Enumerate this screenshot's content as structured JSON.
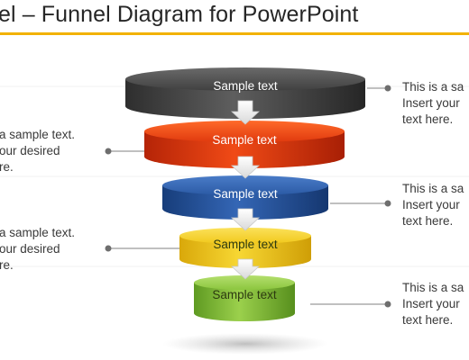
{
  "slide": {
    "title": "el – Funnel Diagram for PowerPoint",
    "accent_color": "#f2b200"
  },
  "funnel": {
    "stages": [
      {
        "label": "Sample text",
        "color": "#4d4d4d"
      },
      {
        "label": "Sample text",
        "color": "#e83b10"
      },
      {
        "label": "Sample text",
        "color": "#2b5aa5"
      },
      {
        "label": "Sample text",
        "color": "#f1c81b"
      },
      {
        "label": "Sample text",
        "color": "#8cc63f"
      }
    ],
    "arrow_icon": "down-arrow"
  },
  "callouts": {
    "right": [
      {
        "line1": "This is a sa",
        "line2": "Insert your",
        "line3": "text here."
      },
      {
        "line1": "This is a sa",
        "line2": "Insert your",
        "line3": "text here."
      },
      {
        "line1": "This is a sa",
        "line2": "Insert your",
        "line3": "text here."
      }
    ],
    "left": [
      {
        "line1": "a sample text.",
        "line2": "our desired",
        "line3": "re."
      },
      {
        "line1": "a sample text.",
        "line2": "our desired",
        "line3": "re."
      }
    ]
  }
}
